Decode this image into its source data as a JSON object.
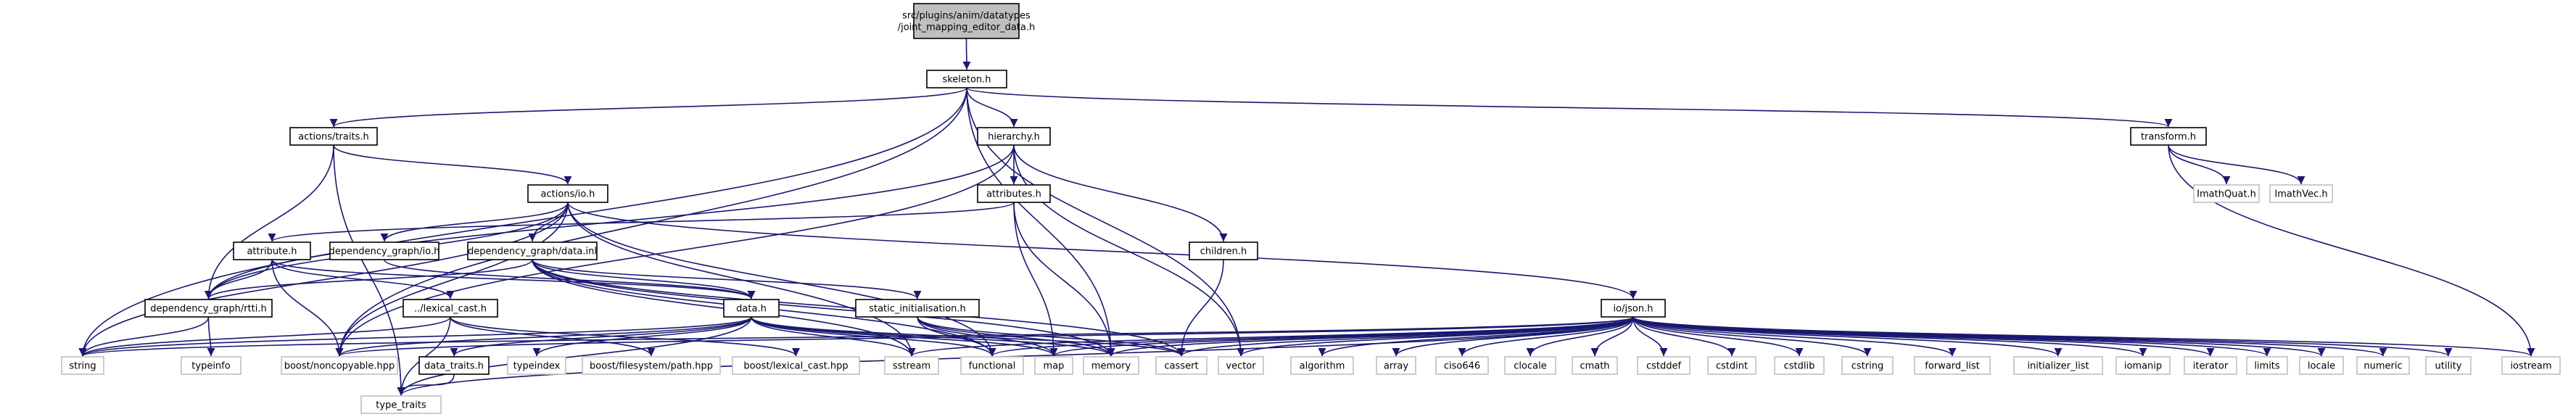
{
  "colors": {
    "root_fill": "#bfbfbf",
    "node_fill": "#ffffff",
    "node_border": "#000000",
    "external_border": "#bfbfbf",
    "edge": "#191970",
    "text": "#000000"
  },
  "nodes": [
    {
      "id": "root",
      "label_lines": [
        "src/plugins/anim/datatypes",
        "/joint_mapping_editor_data.h"
      ],
      "kind": "root"
    },
    {
      "id": "skeleton",
      "label_lines": [
        "skeleton.h"
      ],
      "kind": "local"
    },
    {
      "id": "actions_traits",
      "label_lines": [
        "actions/traits.h"
      ],
      "kind": "local"
    },
    {
      "id": "hierarchy",
      "label_lines": [
        "hierarchy.h"
      ],
      "kind": "local"
    },
    {
      "id": "transform",
      "label_lines": [
        "transform.h"
      ],
      "kind": "local"
    },
    {
      "id": "actions_io",
      "label_lines": [
        "actions/io.h"
      ],
      "kind": "local"
    },
    {
      "id": "attributes",
      "label_lines": [
        "attributes.h"
      ],
      "kind": "local"
    },
    {
      "id": "children",
      "label_lines": [
        "children.h"
      ],
      "kind": "local"
    },
    {
      "id": "attribute",
      "label_lines": [
        "attribute.h"
      ],
      "kind": "local"
    },
    {
      "id": "dg_io",
      "label_lines": [
        "dependency_graph/io.h"
      ],
      "kind": "local"
    },
    {
      "id": "dg_data_inl",
      "label_lines": [
        "dependency_graph/data.inl"
      ],
      "kind": "local"
    },
    {
      "id": "dg_rtti",
      "label_lines": [
        "dependency_graph/rtti.h"
      ],
      "kind": "local"
    },
    {
      "id": "lexical_cast",
      "label_lines": [
        "../lexical_cast.h"
      ],
      "kind": "local"
    },
    {
      "id": "data",
      "label_lines": [
        "data.h"
      ],
      "kind": "local"
    },
    {
      "id": "static_init",
      "label_lines": [
        "static_initialisation.h"
      ],
      "kind": "local"
    },
    {
      "id": "io_json",
      "label_lines": [
        "io/json.h"
      ],
      "kind": "local"
    },
    {
      "id": "data_traits",
      "label_lines": [
        "data_traits.h"
      ],
      "kind": "local"
    },
    {
      "id": "ImathQuat",
      "label_lines": [
        "ImathQuat.h"
      ],
      "kind": "external"
    },
    {
      "id": "ImathVec",
      "label_lines": [
        "ImathVec.h"
      ],
      "kind": "external"
    },
    {
      "id": "string",
      "label_lines": [
        "string"
      ],
      "kind": "external"
    },
    {
      "id": "typeinfo",
      "label_lines": [
        "typeinfo"
      ],
      "kind": "external"
    },
    {
      "id": "noncopyable",
      "label_lines": [
        "boost/noncopyable.hpp"
      ],
      "kind": "external"
    },
    {
      "id": "typeindex",
      "label_lines": [
        "typeindex"
      ],
      "kind": "external"
    },
    {
      "id": "path",
      "label_lines": [
        "boost/filesystem/path.hpp"
      ],
      "kind": "external"
    },
    {
      "id": "lexcast_hpp",
      "label_lines": [
        "boost/lexical_cast.hpp"
      ],
      "kind": "external"
    },
    {
      "id": "sstream",
      "label_lines": [
        "sstream"
      ],
      "kind": "external"
    },
    {
      "id": "functional",
      "label_lines": [
        "functional"
      ],
      "kind": "external"
    },
    {
      "id": "map",
      "label_lines": [
        "map"
      ],
      "kind": "external"
    },
    {
      "id": "memory",
      "label_lines": [
        "memory"
      ],
      "kind": "external"
    },
    {
      "id": "cassert",
      "label_lines": [
        "cassert"
      ],
      "kind": "external"
    },
    {
      "id": "vector",
      "label_lines": [
        "vector"
      ],
      "kind": "external"
    },
    {
      "id": "algorithm",
      "label_lines": [
        "algorithm"
      ],
      "kind": "external"
    },
    {
      "id": "array",
      "label_lines": [
        "array"
      ],
      "kind": "external"
    },
    {
      "id": "ciso646",
      "label_lines": [
        "ciso646"
      ],
      "kind": "external"
    },
    {
      "id": "clocale",
      "label_lines": [
        "clocale"
      ],
      "kind": "external"
    },
    {
      "id": "cmath",
      "label_lines": [
        "cmath"
      ],
      "kind": "external"
    },
    {
      "id": "cstddef",
      "label_lines": [
        "cstddef"
      ],
      "kind": "external"
    },
    {
      "id": "cstdint",
      "label_lines": [
        "cstdint"
      ],
      "kind": "external"
    },
    {
      "id": "cstdlib",
      "label_lines": [
        "cstdlib"
      ],
      "kind": "external"
    },
    {
      "id": "cstring",
      "label_lines": [
        "cstring"
      ],
      "kind": "external"
    },
    {
      "id": "forward_list",
      "label_lines": [
        "forward_list"
      ],
      "kind": "external"
    },
    {
      "id": "initializer_list",
      "label_lines": [
        "initializer_list"
      ],
      "kind": "external"
    },
    {
      "id": "iomanip",
      "label_lines": [
        "iomanip"
      ],
      "kind": "external"
    },
    {
      "id": "iterator",
      "label_lines": [
        "iterator"
      ],
      "kind": "external"
    },
    {
      "id": "limits",
      "label_lines": [
        "limits"
      ],
      "kind": "external"
    },
    {
      "id": "locale",
      "label_lines": [
        "locale"
      ],
      "kind": "external"
    },
    {
      "id": "numeric",
      "label_lines": [
        "numeric"
      ],
      "kind": "external"
    },
    {
      "id": "utility",
      "label_lines": [
        "utility"
      ],
      "kind": "external"
    },
    {
      "id": "iostream",
      "label_lines": [
        "iostream"
      ],
      "kind": "external"
    },
    {
      "id": "type_traits",
      "label_lines": [
        "type_traits"
      ],
      "kind": "external"
    }
  ],
  "edges": [
    [
      "root",
      "skeleton"
    ],
    [
      "skeleton",
      "actions_traits"
    ],
    [
      "skeleton",
      "hierarchy"
    ],
    [
      "skeleton",
      "transform"
    ],
    [
      "skeleton",
      "string"
    ],
    [
      "skeleton",
      "noncopyable"
    ],
    [
      "skeleton",
      "memory"
    ],
    [
      "skeleton",
      "vector"
    ],
    [
      "actions_traits",
      "actions_io"
    ],
    [
      "actions_traits",
      "dg_rtti"
    ],
    [
      "actions_traits",
      "type_traits"
    ],
    [
      "hierarchy",
      "attributes"
    ],
    [
      "hierarchy",
      "children"
    ],
    [
      "hierarchy",
      "dg_rtti"
    ],
    [
      "hierarchy",
      "noncopyable"
    ],
    [
      "hierarchy",
      "vector"
    ],
    [
      "transform",
      "ImathQuat"
    ],
    [
      "transform",
      "ImathVec"
    ],
    [
      "transform",
      "iostream"
    ],
    [
      "actions_io",
      "dg_io"
    ],
    [
      "actions_io",
      "dg_data_inl"
    ],
    [
      "actions_io",
      "dg_rtti"
    ],
    [
      "actions_io",
      "io_json"
    ],
    [
      "actions_io",
      "string"
    ],
    [
      "actions_io",
      "noncopyable"
    ],
    [
      "actions_io",
      "functional"
    ],
    [
      "actions_io",
      "sstream"
    ],
    [
      "attributes",
      "attribute"
    ],
    [
      "attributes",
      "map"
    ],
    [
      "attributes",
      "memory"
    ],
    [
      "children",
      "cassert"
    ],
    [
      "attribute",
      "dg_rtti"
    ],
    [
      "attribute",
      "lexical_cast"
    ],
    [
      "attribute",
      "data"
    ],
    [
      "attribute",
      "noncopyable"
    ],
    [
      "dg_io",
      "data"
    ],
    [
      "dg_data_inl",
      "data"
    ],
    [
      "dg_data_inl",
      "dg_rtti"
    ],
    [
      "dg_data_inl",
      "static_init"
    ],
    [
      "dg_data_inl",
      "memory"
    ],
    [
      "dg_data_inl",
      "sstream"
    ],
    [
      "dg_data_inl",
      "functional"
    ],
    [
      "dg_data_inl",
      "cassert"
    ],
    [
      "dg_rtti",
      "string"
    ],
    [
      "dg_rtti",
      "typeinfo"
    ],
    [
      "lexical_cast",
      "string"
    ],
    [
      "lexical_cast",
      "path"
    ],
    [
      "lexical_cast",
      "lexcast_hpp"
    ],
    [
      "lexical_cast",
      "type_traits"
    ],
    [
      "data",
      "data_traits"
    ],
    [
      "data",
      "string"
    ],
    [
      "data",
      "noncopyable"
    ],
    [
      "data",
      "typeindex"
    ],
    [
      "data",
      "sstream"
    ],
    [
      "data",
      "functional"
    ],
    [
      "data",
      "map"
    ],
    [
      "data",
      "memory"
    ],
    [
      "data",
      "cassert"
    ],
    [
      "data",
      "type_traits"
    ],
    [
      "static_init",
      "functional"
    ],
    [
      "static_init",
      "map"
    ],
    [
      "static_init",
      "memory"
    ],
    [
      "static_init",
      "cassert"
    ],
    [
      "data_traits",
      "type_traits"
    ],
    [
      "io_json",
      "string"
    ],
    [
      "io_json",
      "map"
    ],
    [
      "io_json",
      "memory"
    ],
    [
      "io_json",
      "cassert"
    ],
    [
      "io_json",
      "vector"
    ],
    [
      "io_json",
      "sstream"
    ],
    [
      "io_json",
      "functional"
    ],
    [
      "io_json",
      "type_traits"
    ],
    [
      "io_json",
      "algorithm"
    ],
    [
      "io_json",
      "array"
    ],
    [
      "io_json",
      "ciso646"
    ],
    [
      "io_json",
      "clocale"
    ],
    [
      "io_json",
      "cmath"
    ],
    [
      "io_json",
      "cstddef"
    ],
    [
      "io_json",
      "cstdint"
    ],
    [
      "io_json",
      "cstdlib"
    ],
    [
      "io_json",
      "cstring"
    ],
    [
      "io_json",
      "forward_list"
    ],
    [
      "io_json",
      "initializer_list"
    ],
    [
      "io_json",
      "iomanip"
    ],
    [
      "io_json",
      "iterator"
    ],
    [
      "io_json",
      "limits"
    ],
    [
      "io_json",
      "locale"
    ],
    [
      "io_json",
      "numeric"
    ],
    [
      "io_json",
      "utility"
    ],
    [
      "io_json",
      "iostream"
    ],
    [
      "io_json",
      "noncopyable"
    ]
  ]
}
